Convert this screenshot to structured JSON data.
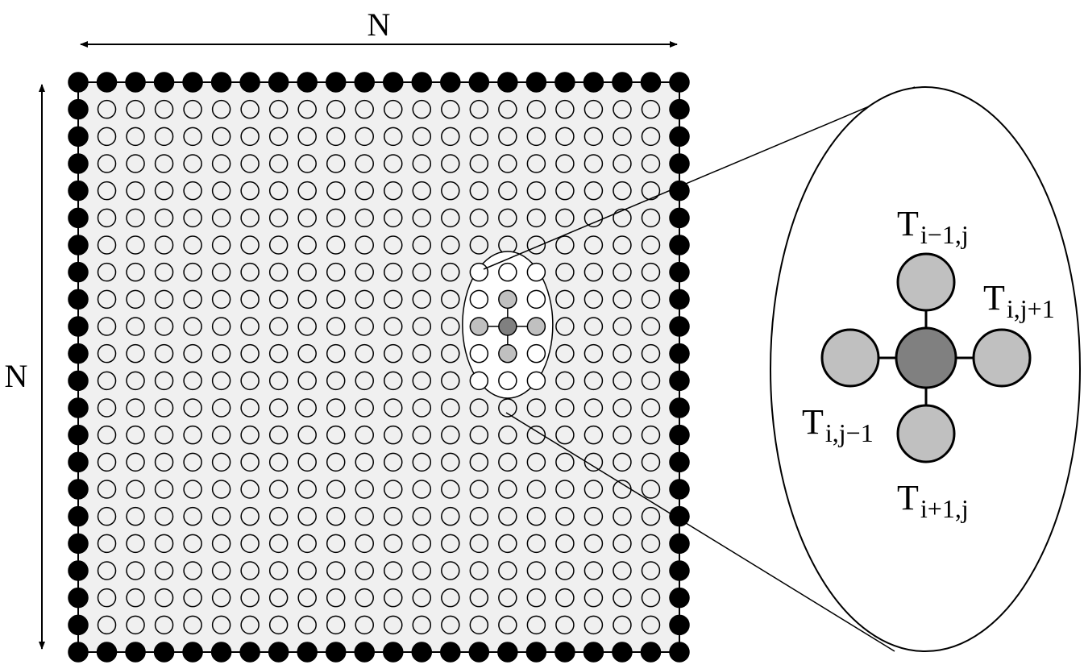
{
  "diagram": {
    "grid_nodes_per_side": 22,
    "axis_labels": {
      "top": "N",
      "left": "N"
    },
    "highlight": {
      "row": 9,
      "col": 15
    },
    "colors": {
      "background": "#ffffff",
      "grid_fill": "#f0f0f0",
      "boundary_node": "#000000",
      "interior_node": "#f0f0f0",
      "neighbor_node": "#c0c0c0",
      "center_node": "#808080",
      "zoom_fill": "#ffffff",
      "stroke": "#000000"
    },
    "stencil_labels": {
      "up": {
        "main": "T",
        "sub": "i−1,j"
      },
      "right": {
        "main": "T",
        "sub": "i,j+1"
      },
      "left": {
        "main": "T",
        "sub": "i,j−1"
      },
      "down": {
        "main": "T",
        "sub": "i+1,j"
      }
    }
  }
}
